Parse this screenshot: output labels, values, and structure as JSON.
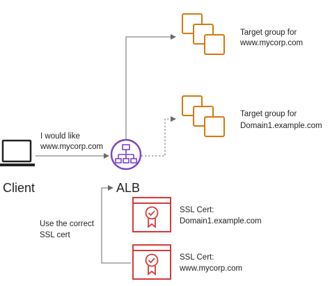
{
  "client": {
    "label": "Client",
    "request_text": [
      "I would like",
      "www.mycorp.com"
    ]
  },
  "alb": {
    "label": "ALB"
  },
  "target_groups": [
    {
      "lines": [
        "Target group for",
        "www.mycorp.com"
      ]
    },
    {
      "lines": [
        "Target group for",
        "Domain1.example.com"
      ]
    }
  ],
  "certificates": [
    {
      "lines": [
        "SSL Cert:",
        "Domain1.example.com"
      ]
    },
    {
      "lines": [
        "SSL Cert:",
        "www.mycorp.com"
      ]
    }
  ],
  "cert_selection_text": [
    "Use the correct",
    "SSL cert"
  ],
  "colors": {
    "target_group": "#d4790a",
    "alb": "#7b45c7",
    "certificate": "#d43a3a",
    "line": "#6b6b6b"
  },
  "icons": {
    "client": "laptop-icon",
    "alb": "load-balancer-icon",
    "target_group": "stacked-instances-icon",
    "certificate": "certificate-icon"
  }
}
